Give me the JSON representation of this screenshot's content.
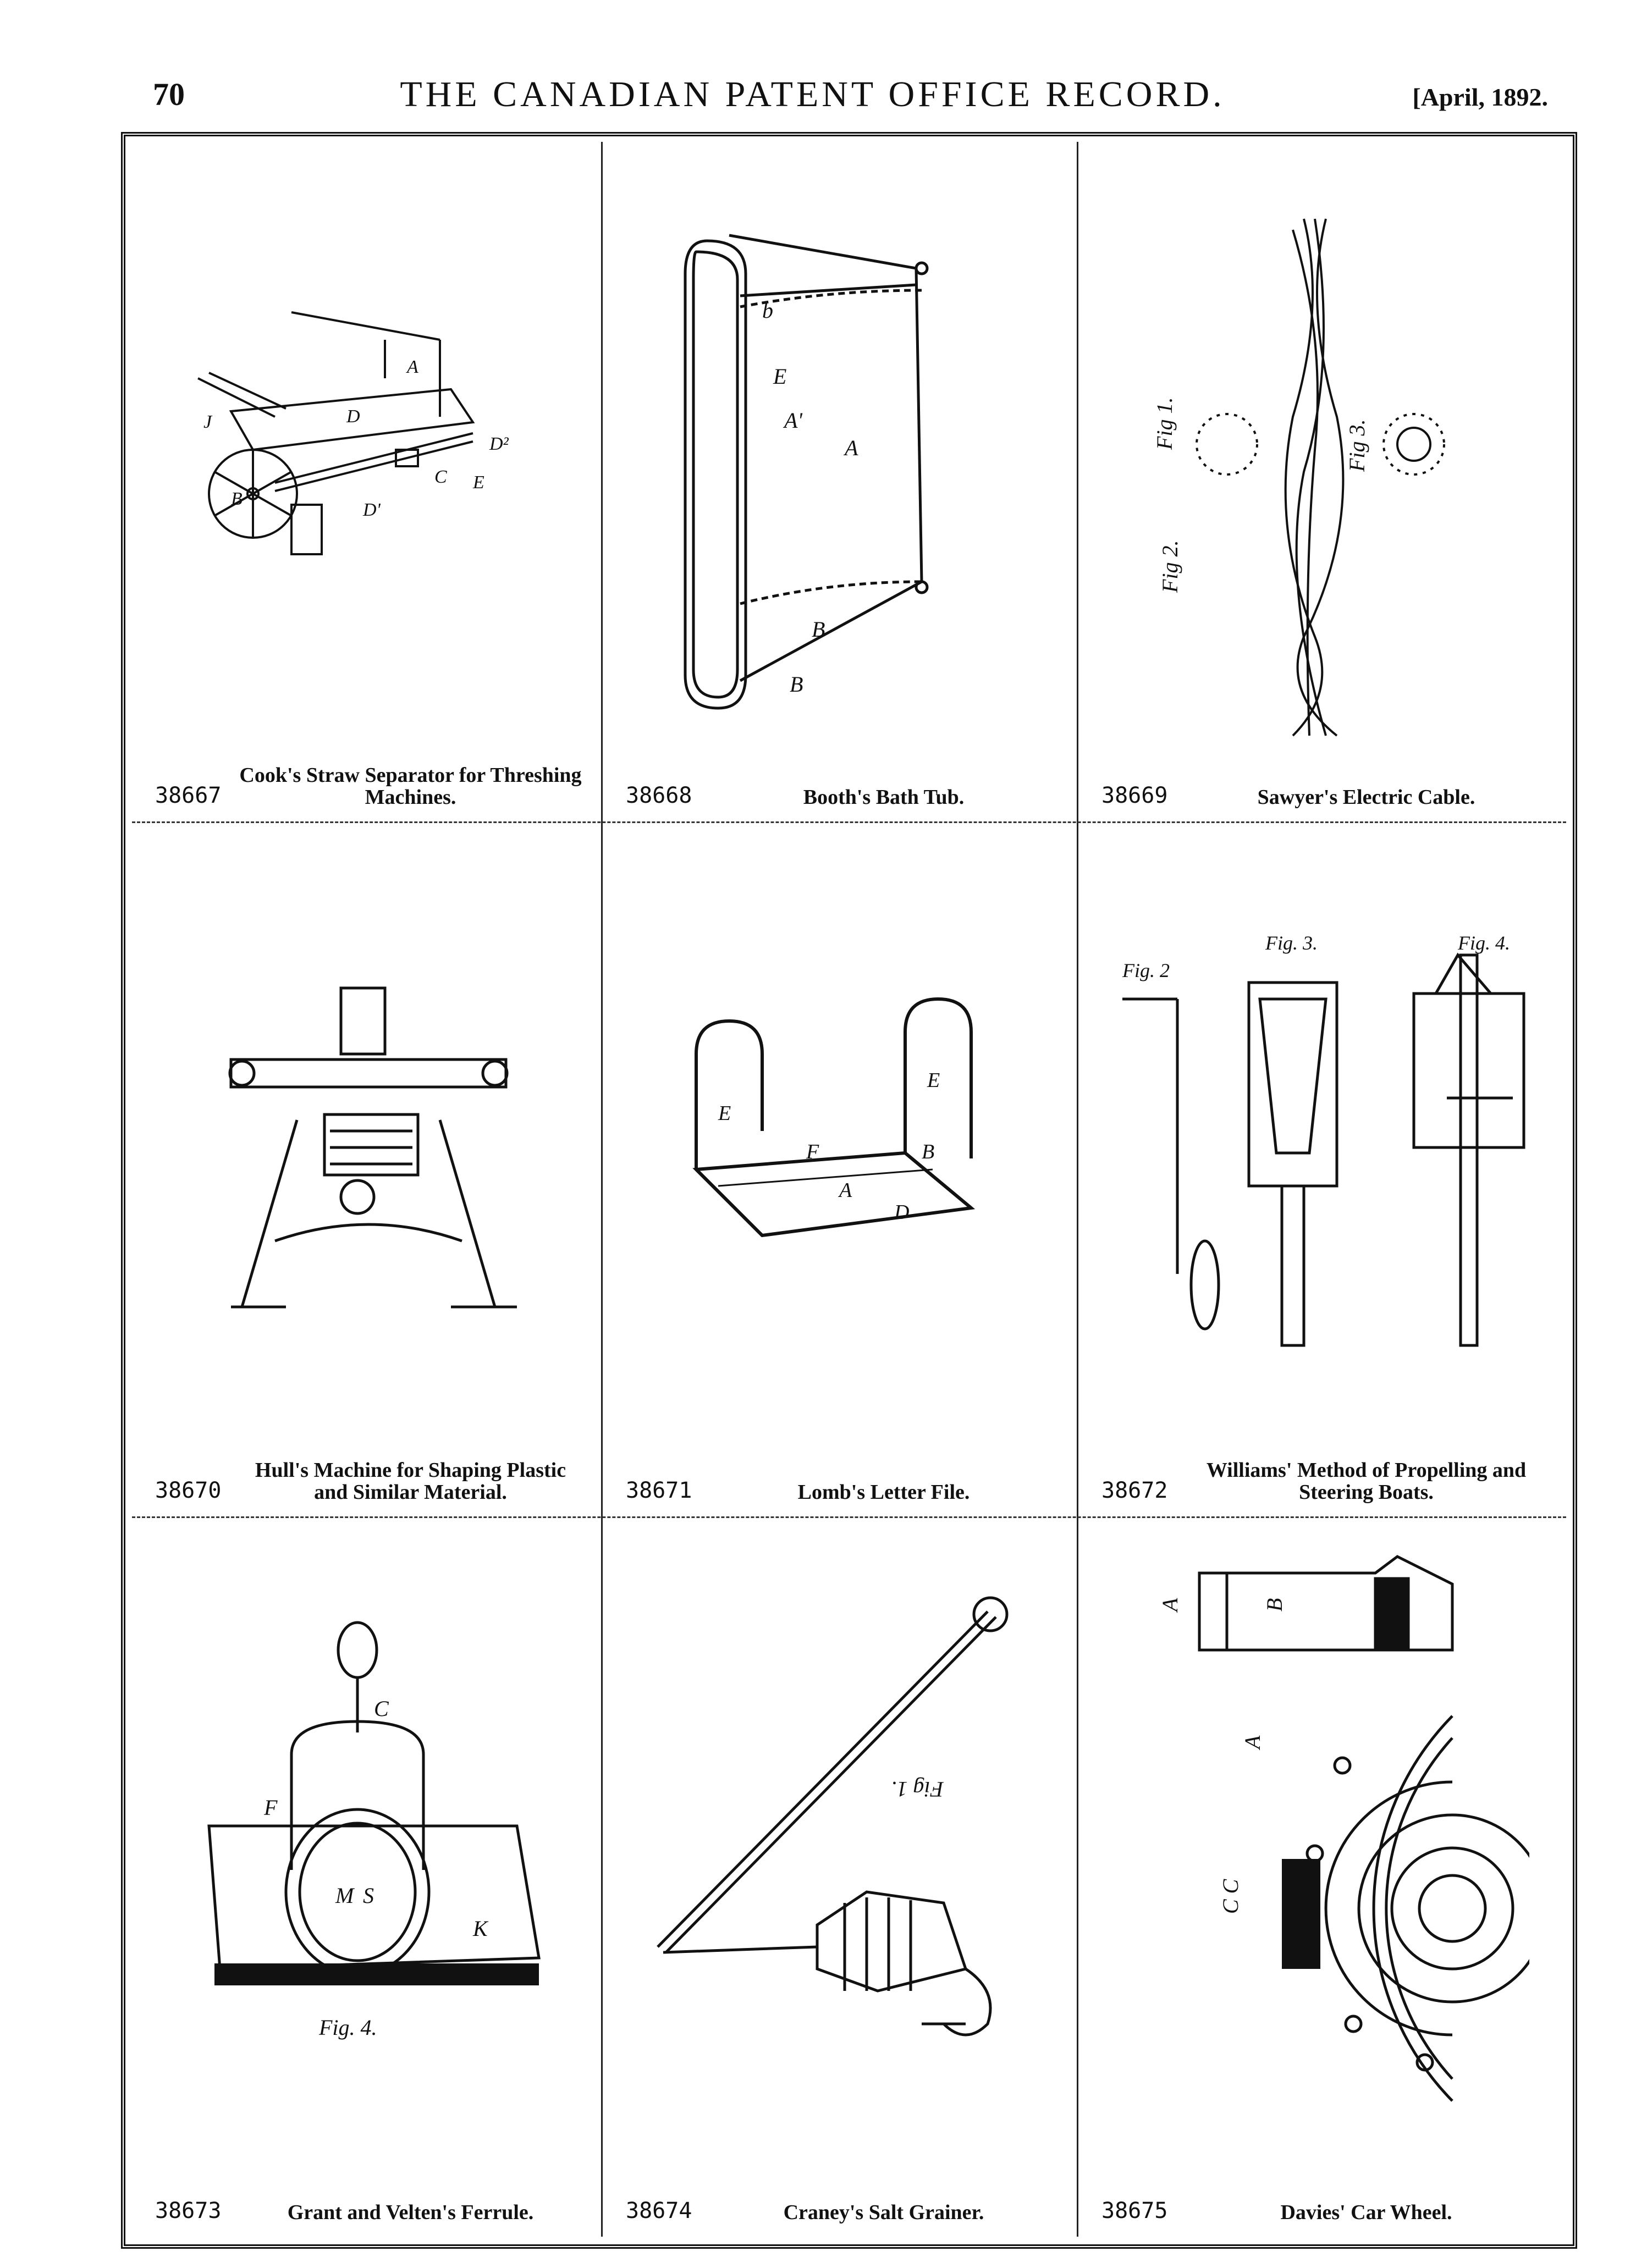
{
  "header": {
    "page_number": "70",
    "title": "THE CANADIAN PATENT OFFICE RECORD.",
    "date": "[April, 1892."
  },
  "patents": [
    {
      "number": "38667",
      "title": "Cook's Straw Separator for Threshing\nMachines.",
      "drawing": "straw-separator"
    },
    {
      "number": "38668",
      "title": "Booth's Bath Tub.",
      "drawing": "bath-tub"
    },
    {
      "number": "38669",
      "title": "Sawyer's Electric Cable.",
      "drawing": "electric-cable"
    },
    {
      "number": "38670",
      "title": "Hull's Machine for Shaping Plastic\nand Similar Material.",
      "drawing": "shaping-machine"
    },
    {
      "number": "38671",
      "title": "Lomb's Letter File.",
      "drawing": "letter-file"
    },
    {
      "number": "38672",
      "title": "Williams' Method of Propelling and\nSteering Boats.",
      "drawing": "propelling-boats"
    },
    {
      "number": "38673",
      "title": "Grant and Velten's Ferrule.",
      "drawing": "ferrule"
    },
    {
      "number": "38674",
      "title": "Craney's Salt Grainer.",
      "drawing": "salt-grainer"
    },
    {
      "number": "38675",
      "title": "Davies' Car Wheel.",
      "drawing": "car-wheel"
    }
  ],
  "figure_labels": {
    "fig2": "Fig. 2",
    "fig3": "Fig. 3.",
    "fig4": "Fig. 4.",
    "fig1": "Fig 1."
  }
}
